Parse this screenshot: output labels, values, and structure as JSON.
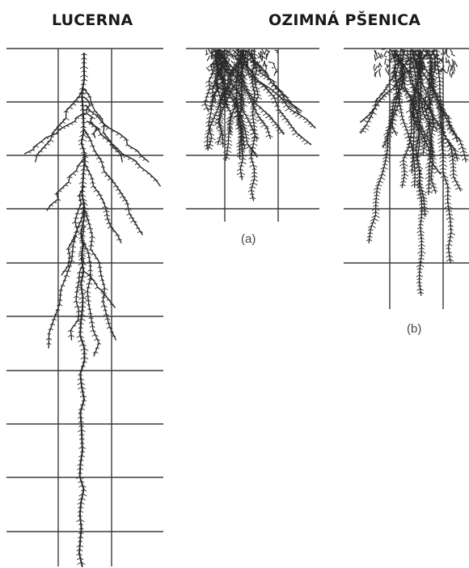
{
  "headings": {
    "left": "LUCERNA",
    "right": "OZIMNÁ PŠENICA"
  },
  "panel_labels": {
    "a": "(a)",
    "b": "(b)"
  },
  "colors": {
    "ink": "#2b2b2b",
    "grid": "#3a3a3a",
    "background": "#ffffff"
  }
}
